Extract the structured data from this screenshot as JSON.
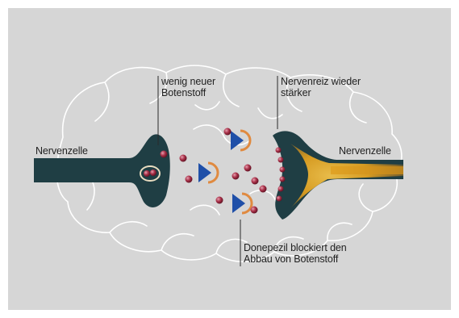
{
  "colors": {
    "panel_bg": "#d6d6d6",
    "neuron_fill": "#1f3e44",
    "brain_outline": "#ffffff",
    "signal_glow": "#e0a020",
    "transmitter": "#8a2235",
    "receptor_blue": "#1f4fa8",
    "blocker_orange": "#e08a40"
  },
  "labels": {
    "left_neuron": "Nervenzelle",
    "right_neuron": "Nervenzelle",
    "few_transmitter_line1": "wenig neuer",
    "few_transmitter_line2": "Botenstoff",
    "stimulus_line1": "Nervenreiz wieder",
    "stimulus_line2": "stärker",
    "donepezil_line1": "Donepezil blockiert den",
    "donepezil_line2": "Abbau von Botenstoff"
  }
}
